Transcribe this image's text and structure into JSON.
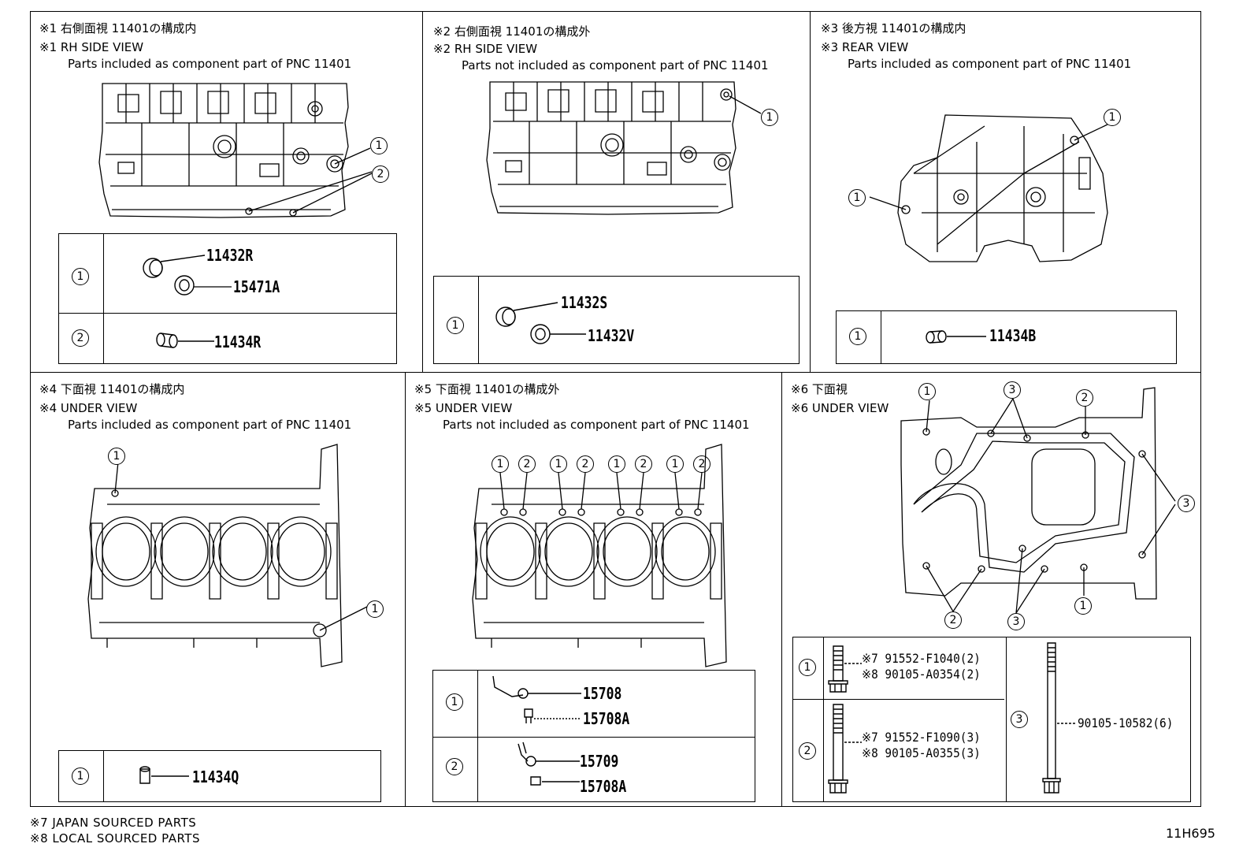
{
  "panels": [
    {
      "line1": "※1 右側面視 11401の構成内",
      "line2": "※1 RH SIDE VIEW",
      "line3": "Parts included as component part of PNC 11401"
    },
    {
      "line1": "※2 右側面視 11401の構成外",
      "line2": "※2 RH SIDE VIEW",
      "line3": "Parts not included as component part of PNC 11401"
    },
    {
      "line1": "※3 後方視 11401の構成内",
      "line2": "※3 REAR VIEW",
      "line3": "Parts included as component part of PNC 11401"
    },
    {
      "line1": "※4 下面視 11401の構成内",
      "line2": "※4 UNDER VIEW",
      "line3": "Parts included as component part of PNC 11401"
    },
    {
      "line1": "※5 下面視 11401の構成外",
      "line2": "※5 UNDER VIEW",
      "line3": "Parts not included as component part of PNC 11401"
    },
    {
      "line1": "※6 下面視",
      "line2": "※6 UNDER VIEW",
      "line3": ""
    }
  ],
  "callouts": {
    "one": "1",
    "two": "2",
    "three": "3"
  },
  "parts": {
    "p1_a": "11432R",
    "p1_b": "15471A",
    "p1_c": "11434R",
    "p2_a": "11432S",
    "p2_b": "11432V",
    "p3_a": "11434B",
    "p4_a": "11434Q",
    "p5_a": "15708",
    "p5_b": "15708A",
    "p5_c": "15709",
    "p5_d": "15708A",
    "p6_1a": "※7 91552-F1040(2)",
    "p6_1b": "※8 90105-A0354(2)",
    "p6_2a": "※7 91552-F1090(3)",
    "p6_2b": "※8 90105-A0355(3)",
    "p6_3": "90105-10582(6)"
  },
  "footnotes": {
    "n7": "※7  JAPAN SOURCED PARTS",
    "n8": "※8  LOCAL SOURCED PARTS"
  },
  "drawing_code": "11H695"
}
